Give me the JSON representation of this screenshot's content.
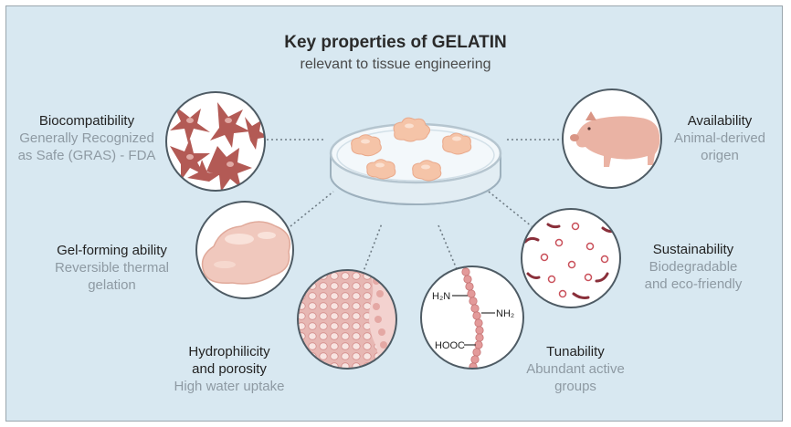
{
  "header": {
    "title": "Key properties of GELATIN",
    "subtitle": "relevant to tissue engineering"
  },
  "properties": [
    {
      "key": "biocompatibility",
      "title": "Biocompatibility",
      "desc": [
        "Generally Recognized",
        "as Safe (GRAS) - FDA"
      ],
      "icon": "fibroblast-cells-icon"
    },
    {
      "key": "availability",
      "title": "Availability",
      "desc": [
        "Animal-derived",
        "origen"
      ],
      "icon": "pig-icon"
    },
    {
      "key": "gel",
      "title": "Gel-forming ability",
      "desc": [
        "Reversible thermal",
        "gelation"
      ],
      "icon": "gel-blob-icon"
    },
    {
      "key": "sustainability",
      "title": "Sustainability",
      "desc": [
        "Biodegradable",
        "and eco-friendly"
      ],
      "icon": "degrading-fragments-icon"
    },
    {
      "key": "hydro",
      "title": [
        "Hydrophilicity",
        "and porosity"
      ],
      "desc": [
        "High water uptake"
      ],
      "icon": "porous-tissue-icon"
    },
    {
      "key": "tunability",
      "title": "Tunability",
      "desc": [
        "Abundant active",
        "groups"
      ],
      "icon": "peptide-chain-icon"
    }
  ],
  "chain_labels": {
    "amine_left": "H₂N",
    "amine_right": "NH₂",
    "carboxyl": "HOOC"
  },
  "colors": {
    "background": "#d8e8f1",
    "title": "#2a2a2a",
    "desc": "#8e9aa3",
    "cell": "#b35a55",
    "gel": "#f0c8bd",
    "dish_item": "#f5c4a8"
  }
}
